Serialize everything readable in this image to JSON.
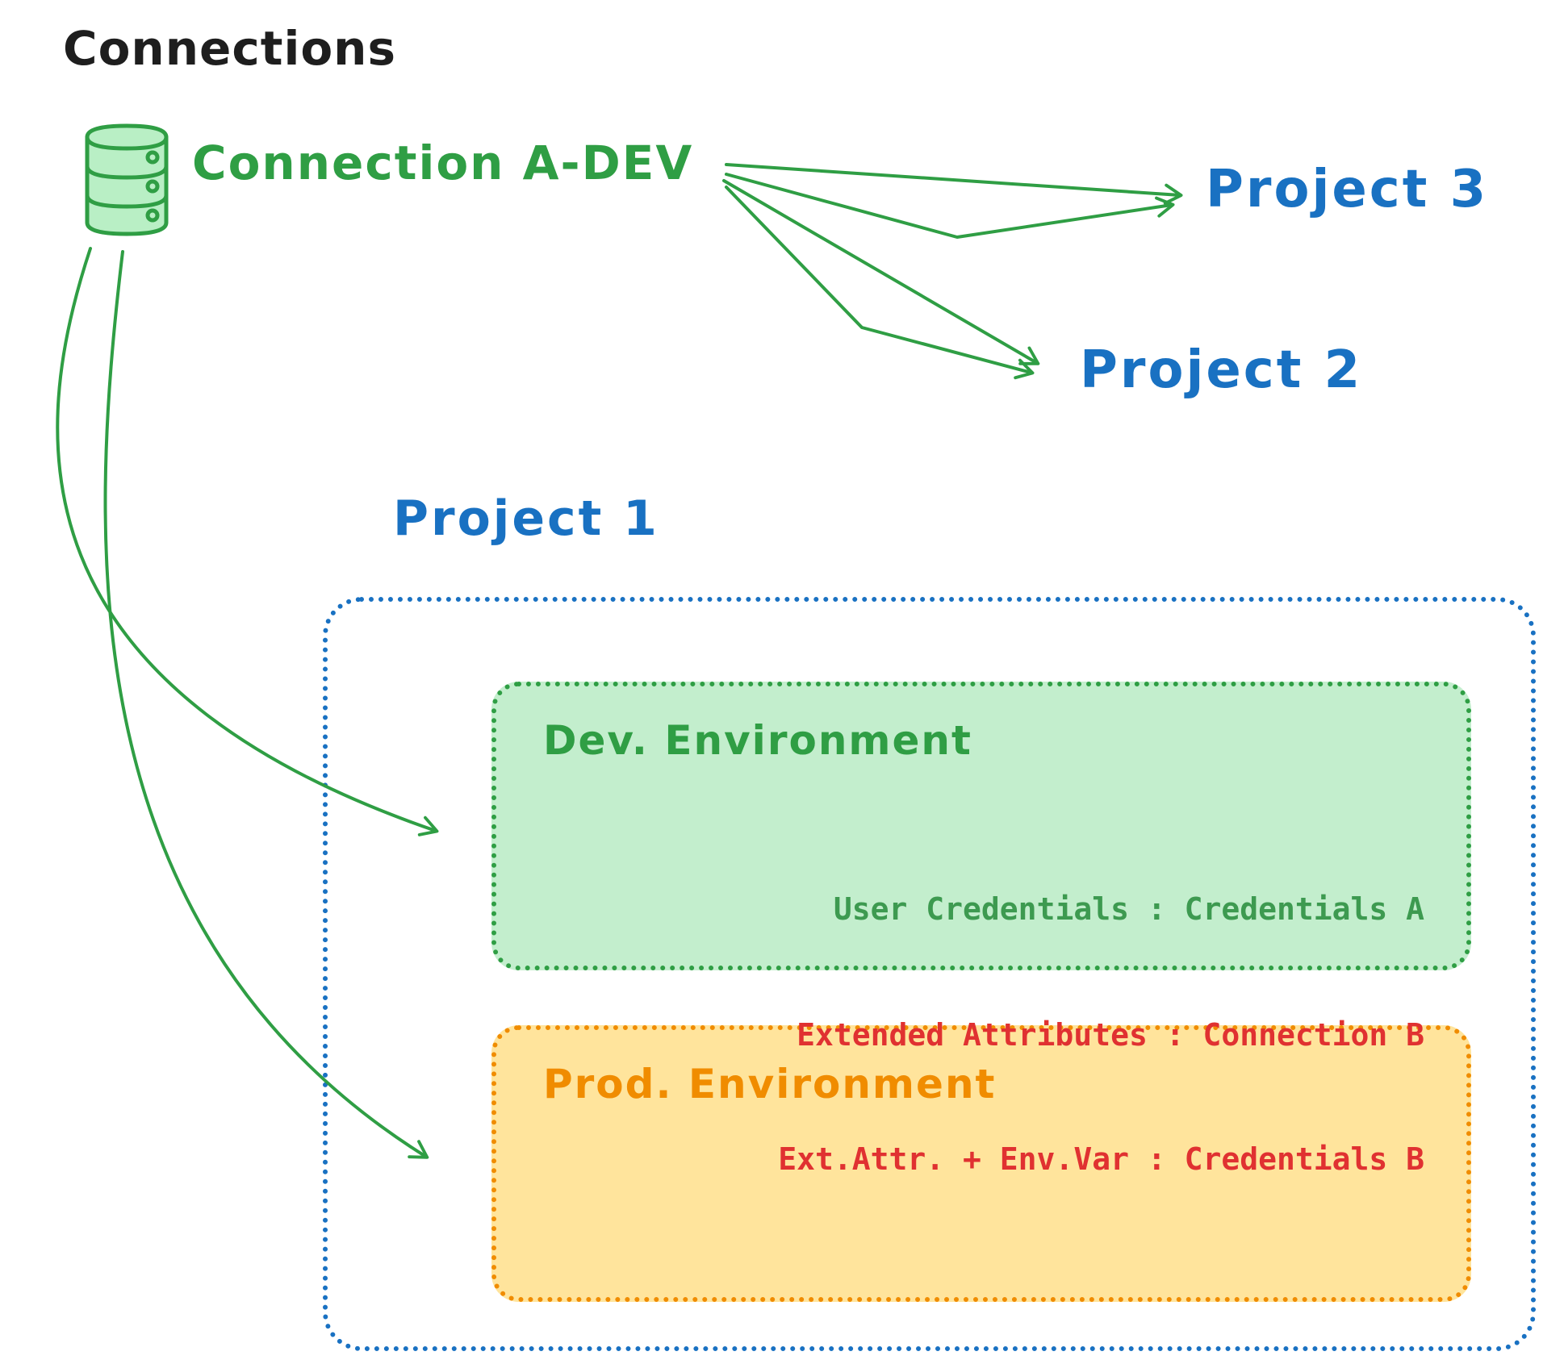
{
  "title": "Connections",
  "connection": {
    "label": "Connection A-DEV"
  },
  "projects": {
    "p3": {
      "label": "Project 3"
    },
    "p2": {
      "label": "Project 2"
    },
    "p1": {
      "label": "Project 1"
    }
  },
  "dev_env": {
    "title": "Dev. Environment",
    "credentials": "User Credentials : Credentials A"
  },
  "prod_env": {
    "title": "Prod. Environment",
    "line1": "Extended Attributes : Connection B",
    "line2": "Ext.Attr. + Env.Var : Credentials B"
  },
  "icons": {
    "database": "database-icon"
  },
  "colors": {
    "green": "#2f9e44",
    "green_fill": "#c3eecd",
    "db_fill": "#b9efc5",
    "blue": "#1971c2",
    "orange": "#f08c00",
    "orange_fill": "#ffe49c",
    "red": "#e03131",
    "black": "#1e1e1e"
  }
}
